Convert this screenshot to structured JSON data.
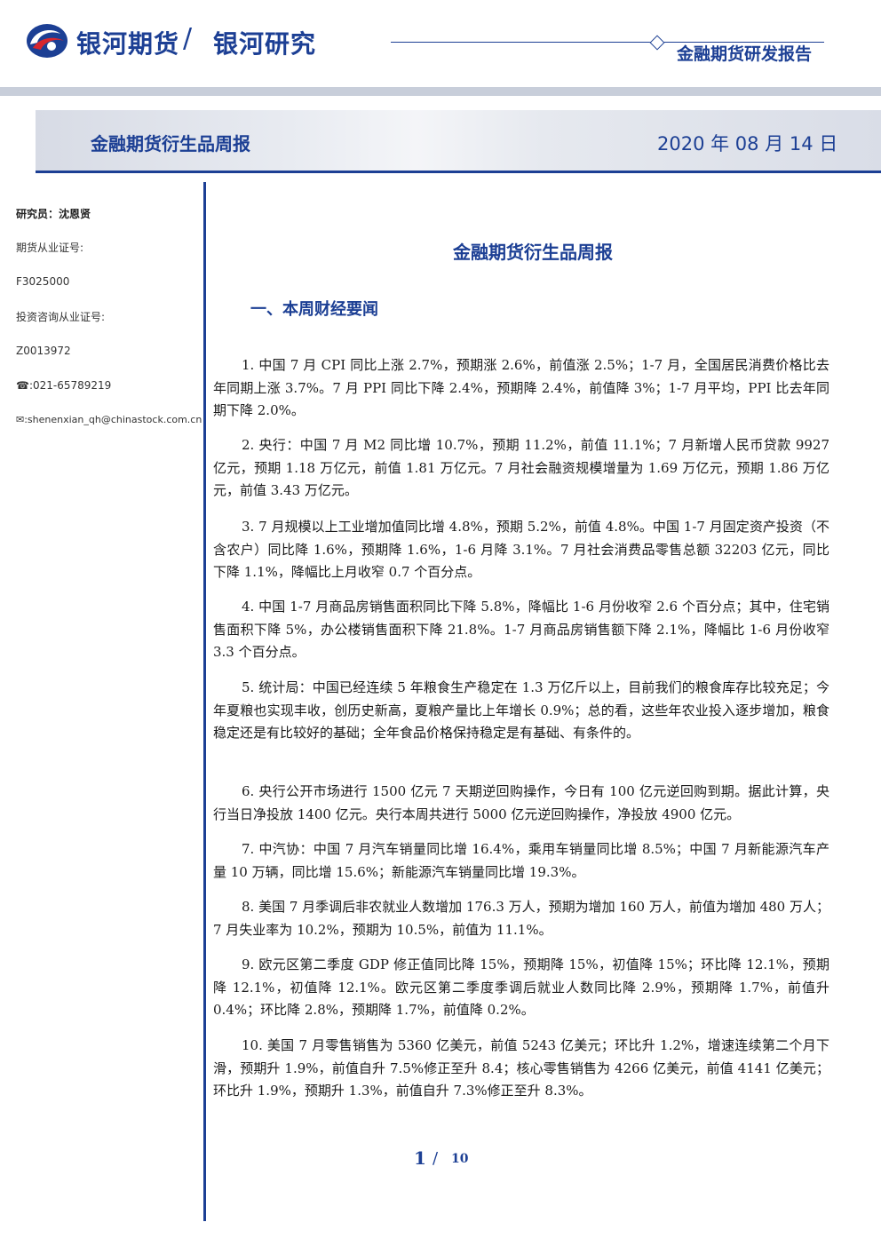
{
  "header": {
    "brand_main": "银河期货",
    "brand_sub": "银河研究",
    "slash": "/",
    "report_type": "金融期货研发报告"
  },
  "banner": {
    "title": "金融期货衍生品周报",
    "date": "2020 年 08 月 14 日"
  },
  "sidebar": {
    "researcher": "研究员：沈恩贤",
    "license_label": "期货从业证号:",
    "license_no": "F3025000",
    "consult_label": "投资咨询从业证号:",
    "consult_no": "Z0013972",
    "phone": "☎:021-65789219",
    "email": "✉:shenenxian_qh@chinastock.com.cn"
  },
  "main": {
    "title": "金融期货衍生品周报",
    "section_heading": "一、本周财经要闻",
    "paragraphs": [
      "1. 中国 7 月 CPI 同比上涨 2.7%，预期涨 2.6%，前值涨 2.5%；1-7 月，全国居民消费价格比去年同期上涨 3.7%。7 月 PPI 同比下降 2.4%，预期降 2.4%，前值降 3%；1-7 月平均，PPI 比去年同期下降 2.0%。",
      "2. 央行：中国 7 月 M2 同比增 10.7%，预期 11.2%，前值 11.1%；7 月新增人民币贷款 9927 亿元，预期 1.18 万亿元，前值 1.81 万亿元。7 月社会融资规模增量为 1.69 万亿元，预期 1.86 万亿元，前值 3.43 万亿元。",
      "3. 7 月规模以上工业增加值同比增 4.8%，预期 5.2%，前值 4.8%。中国 1-7 月固定资产投资（不含农户）同比降 1.6%，预期降 1.6%，1-6 月降 3.1%。7 月社会消费品零售总额 32203 亿元，同比下降 1.1%，降幅比上月收窄 0.7 个百分点。",
      "4. 中国 1-7 月商品房销售面积同比下降 5.8%，降幅比 1-6 月份收窄 2.6 个百分点；其中，住宅销售面积下降 5%，办公楼销售面积下降 21.8%。1-7 月商品房销售额下降 2.1%，降幅比 1-6 月份收窄 3.3 个百分点。",
      "5. 统计局：中国已经连续 5 年粮食生产稳定在 1.3 万亿斤以上，目前我们的粮食库存比较充足；今年夏粮也实现丰收，创历史新高，夏粮产量比上年增长 0.9%；总的看，这些年农业投入逐步增加，粮食稳定还是有比较好的基础；全年食品价格保持稳定是有基础、有条件的。",
      "6. 央行公开市场进行 1500 亿元 7 天期逆回购操作，今日有 100 亿元逆回购到期。据此计算，央行当日净投放 1400 亿元。央行本周共进行 5000 亿元逆回购操作，净投放 4900 亿元。",
      "7. 中汽协：中国 7 月汽车销量同比增 16.4%，乘用车销量同比增 8.5%；中国 7 月新能源汽车产量 10 万辆，同比增 15.6%；新能源汽车销量同比增 19.3%。",
      "8. 美国 7 月季调后非农就业人数增加 176.3 万人，预期为增加 160 万人，前值为增加 480 万人；7 月失业率为 10.2%，预期为 10.5%，前值为 11.1%。",
      "9. 欧元区第二季度 GDP 修正值同比降 15%，预期降 15%，初值降 15%；环比降 12.1%，预期降 12.1%，初值降 12.1%。欧元区第二季度季调后就业人数同比降 2.9%，预期降 1.7%，前值升 0.4%；环比降 2.8%，预期降 1.7%，前值降 0.2%。",
      "10. 美国 7 月零售销售为 5360 亿美元，前值 5243 亿美元；环比升 1.2%，增速连续第二个月下滑，预期升 1.9%，前值自升 7.5%修正至升 8.4；核心零售销售为 4266 亿美元，前值 4141 亿美元；环比升 1.9%，预期升 1.3%，前值自升 7.3%修正至升 8.3%。"
    ]
  },
  "footer": {
    "page": "1",
    "sep": "/",
    "total": "10"
  },
  "colors": {
    "brand_blue": "#1c3f94",
    "logo_red": "#d7262e"
  }
}
